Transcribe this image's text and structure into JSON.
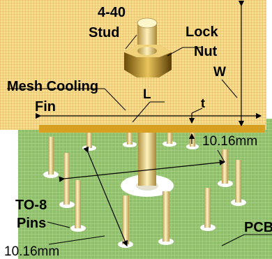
{
  "labels": {
    "stud_line1": "4-40",
    "stud_line2": "Stud",
    "lock_line1": "Lock",
    "lock_line2": "Nut",
    "w": "W",
    "mesh_line1": "Mesh Cooling",
    "mesh_line2": "Fin",
    "l": "L",
    "t": "t",
    "spacing_right": "10.16mm",
    "to8_line1": "TO-8",
    "to8_line2": "Pins",
    "pcb": "PCB",
    "spacing_bottom": "10.16mm"
  },
  "colors": {
    "mesh": "#f5e08e",
    "mesh_grid": "#e0a85a",
    "fin_edge": "#d8a020",
    "pcb": "#8fbf6a",
    "pcb_grid": "#b7dc94",
    "pin": "#f0dc96",
    "nut": "#c8a030"
  }
}
